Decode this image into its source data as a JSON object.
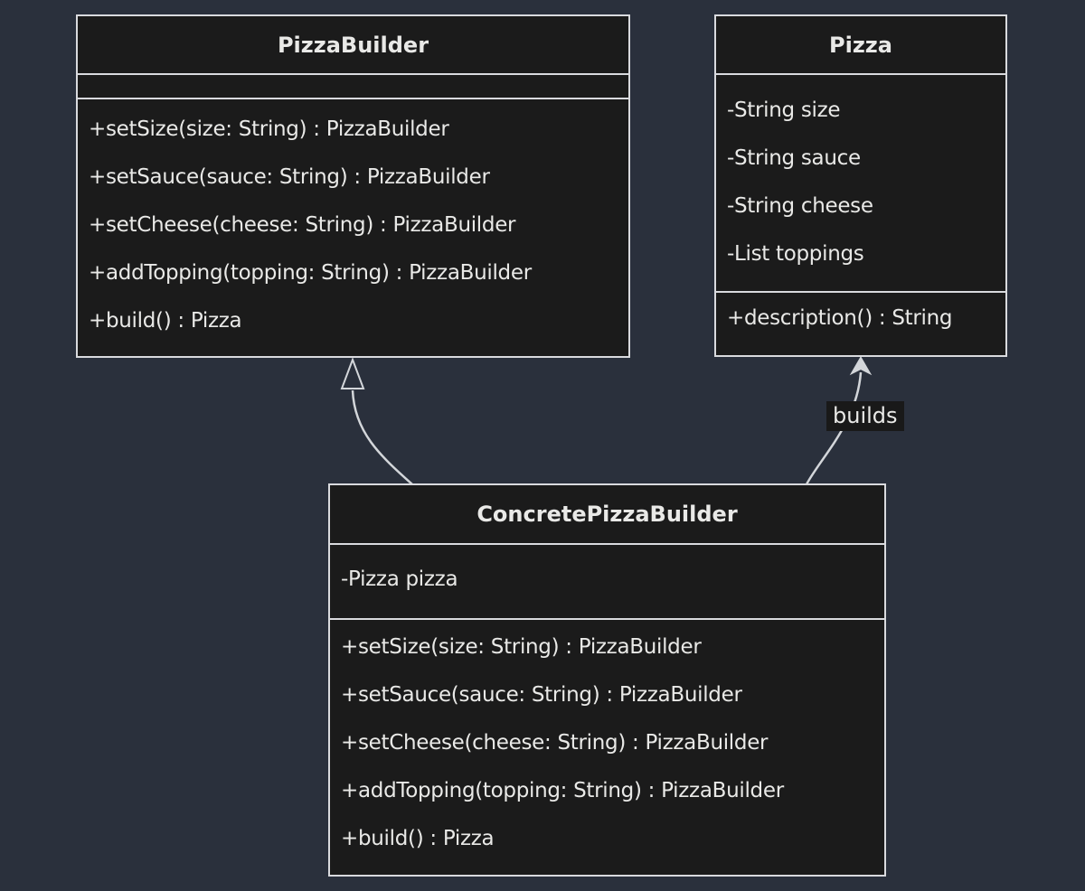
{
  "diagram": {
    "kind": "uml-class-diagram"
  },
  "classes": {
    "pizzaBuilder": {
      "name": "PizzaBuilder",
      "attributes": [],
      "methods": [
        "+setSize(size: String) : PizzaBuilder",
        "+setSauce(sauce: String) : PizzaBuilder",
        "+setCheese(cheese: String) : PizzaBuilder",
        "+addTopping(topping: String) : PizzaBuilder",
        "+build() : Pizza"
      ]
    },
    "pizza": {
      "name": "Pizza",
      "attributes": [
        "-String size",
        "-String sauce",
        "-String cheese",
        "-List toppings"
      ],
      "methods": [
        "+description() : String"
      ]
    },
    "concretePizzaBuilder": {
      "name": "ConcretePizzaBuilder",
      "attributes": [
        "-Pizza pizza"
      ],
      "methods": [
        "+setSize(size: String) : PizzaBuilder",
        "+setSauce(sauce: String) : PizzaBuilder",
        "+setCheese(cheese: String) : PizzaBuilder",
        "+addTopping(topping: String) : PizzaBuilder",
        "+build() : Pizza"
      ]
    }
  },
  "relationships": {
    "inheritance": {
      "type": "generalization",
      "from": "ConcretePizzaBuilder",
      "to": "PizzaBuilder",
      "label": ""
    },
    "builds": {
      "type": "association",
      "from": "ConcretePizzaBuilder",
      "to": "Pizza",
      "label": "builds"
    }
  },
  "colors": {
    "background": "#2a303c",
    "box_fill": "#1b1b1b",
    "box_border": "#d9dade",
    "text": "#e9e9e7",
    "edge": "#d3d6da",
    "label_bg": "#191919"
  }
}
